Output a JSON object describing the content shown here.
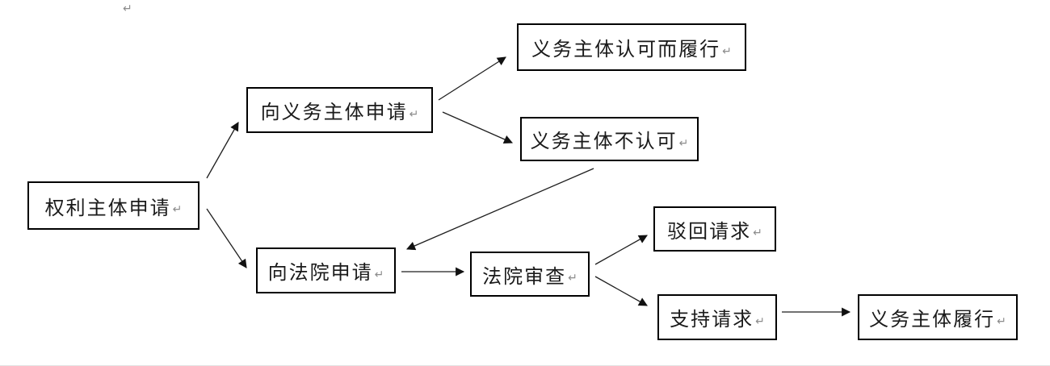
{
  "document": {
    "background_color": "#ffffff",
    "paragraph_mark": "↵",
    "border_color": "#000000",
    "text_color": "#1a1a1a",
    "line_color": "#1f1f1f"
  },
  "flowchart": {
    "nodes": [
      {
        "id": "rights-subject-application",
        "label": "权利主体申请"
      },
      {
        "id": "apply-to-obligation-subject",
        "label": "向义务主体申请"
      },
      {
        "id": "obligation-subject-accepts-performs",
        "label": "义务主体认可而履行"
      },
      {
        "id": "obligation-subject-not-accept",
        "label": "义务主体不认可"
      },
      {
        "id": "apply-to-court",
        "label": "向法院申请"
      },
      {
        "id": "court-review",
        "label": "法院审查"
      },
      {
        "id": "reject-request",
        "label": "驳回请求"
      },
      {
        "id": "support-request",
        "label": "支持请求"
      },
      {
        "id": "obligation-subject-performs",
        "label": "义务主体履行"
      }
    ],
    "edges": [
      {
        "from": "权利主体申请",
        "to": "向义务主体申请"
      },
      {
        "from": "权利主体申请",
        "to": "向法院申请"
      },
      {
        "from": "向义务主体申请",
        "to": "义务主体认可而履行"
      },
      {
        "from": "向义务主体申请",
        "to": "义务主体不认可"
      },
      {
        "from": "义务主体不认可",
        "to": "向法院申请"
      },
      {
        "from": "向法院申请",
        "to": "法院审查"
      },
      {
        "from": "法院审查",
        "to": "驳回请求"
      },
      {
        "from": "法院审查",
        "to": "支持请求"
      },
      {
        "from": "支持请求",
        "to": "义务主体履行"
      }
    ]
  }
}
